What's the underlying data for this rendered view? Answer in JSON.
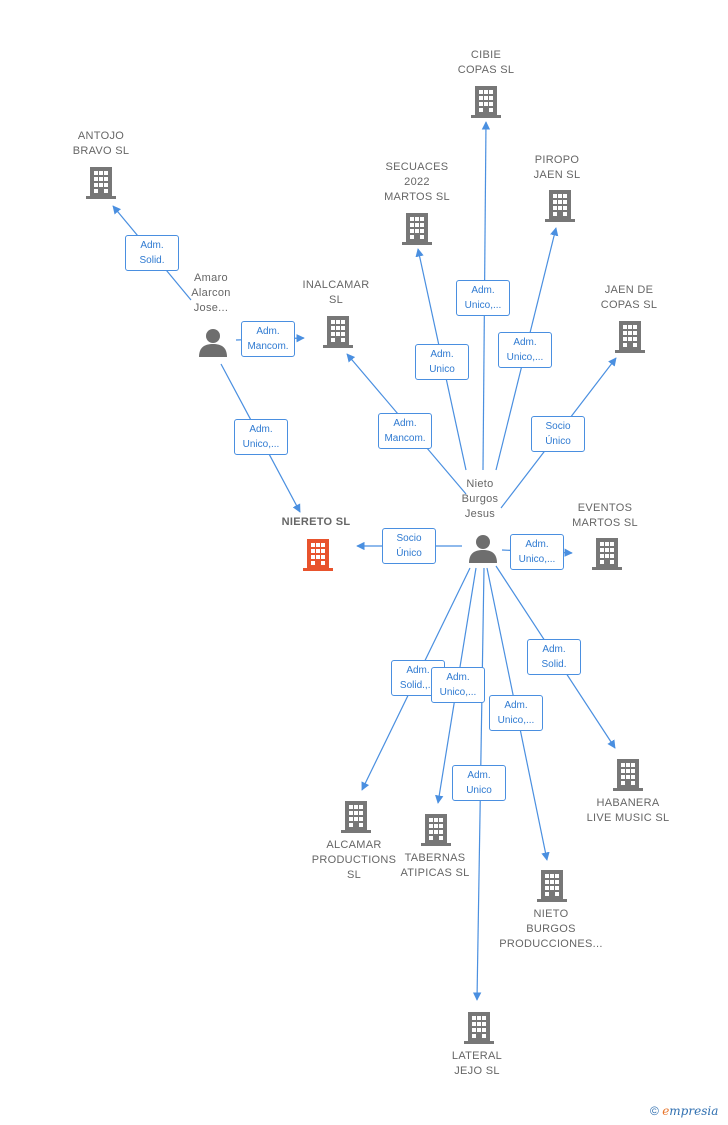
{
  "colors": {
    "edge": "#4a8fe0",
    "building": "#777777",
    "main_building": "#e8532d",
    "person": "#6e6e6e"
  },
  "nodes": [
    {
      "id": "cibie",
      "kind": "company",
      "label": "CIBIE\nCOPAS  SL"
    },
    {
      "id": "antojo",
      "kind": "company",
      "label": "ANTOJO\nBRAVO  SL"
    },
    {
      "id": "secuaces",
      "kind": "company",
      "label": "SECUACES\n2022\nMARTOS  SL"
    },
    {
      "id": "piropo",
      "kind": "company",
      "label": "PIROPO\nJAEN  SL"
    },
    {
      "id": "amaro",
      "kind": "person",
      "label": "Amaro\nAlarcon\nJose..."
    },
    {
      "id": "inalcamar",
      "kind": "company",
      "label": "INALCAMAR\nSL"
    },
    {
      "id": "jaencopas",
      "kind": "company",
      "label": "JAEN DE\nCOPAS  SL"
    },
    {
      "id": "nieto",
      "kind": "person",
      "label": "Nieto\nBurgos\nJesus"
    },
    {
      "id": "niereto",
      "kind": "company-main",
      "label": "NIERETO  SL"
    },
    {
      "id": "eventos",
      "kind": "company",
      "label": "EVENTOS\nMARTOS  SL"
    },
    {
      "id": "habanera",
      "kind": "company",
      "label": "HABANERA\nLIVE MUSIC  SL"
    },
    {
      "id": "alcamar",
      "kind": "company",
      "label": "ALCAMAR\nPRODUCTIONS\nSL"
    },
    {
      "id": "tabernas",
      "kind": "company",
      "label": "TABERNAS\nATIPICAS  SL"
    },
    {
      "id": "nietoprod",
      "kind": "company",
      "label": "NIETO\nBURGOS\nPRODUCCIONES..."
    },
    {
      "id": "lateral",
      "kind": "company",
      "label": "LATERAL\nJEJO  SL"
    }
  ],
  "edges": [
    {
      "from": "amaro",
      "to": "antojo",
      "label": "Adm.\nSolid."
    },
    {
      "from": "amaro",
      "to": "inalcamar",
      "label": "Adm.\nMancom."
    },
    {
      "from": "amaro",
      "to": "niereto",
      "label": "Adm.\nUnico,..."
    },
    {
      "from": "nieto",
      "to": "cibie",
      "label": "Adm.\nUnico,..."
    },
    {
      "from": "nieto",
      "to": "secuaces",
      "label": "Adm.\nUnico"
    },
    {
      "from": "nieto",
      "to": "piropo",
      "label": "Adm.\nUnico,..."
    },
    {
      "from": "nieto",
      "to": "inalcamar",
      "label": "Adm.\nMancom."
    },
    {
      "from": "nieto",
      "to": "jaencopas",
      "label": "Socio\nÚnico"
    },
    {
      "from": "nieto",
      "to": "niereto",
      "label": "Socio\nÚnico"
    },
    {
      "from": "nieto",
      "to": "eventos",
      "label": "Adm.\nUnico,..."
    },
    {
      "from": "nieto",
      "to": "habanera",
      "label": "Adm.\nSolid."
    },
    {
      "from": "nieto",
      "to": "alcamar",
      "label": "Adm.\nSolid.,..."
    },
    {
      "from": "nieto",
      "to": "tabernas",
      "label": "Adm.\nUnico,..."
    },
    {
      "from": "nieto",
      "to": "nietoprod",
      "label": "Adm.\nUnico,..."
    },
    {
      "from": "nieto",
      "to": "lateral",
      "label": "Adm.\nUnico"
    }
  ],
  "footer": {
    "copyright": "©",
    "brand_first": "e",
    "brand_rest": "mpresia"
  }
}
